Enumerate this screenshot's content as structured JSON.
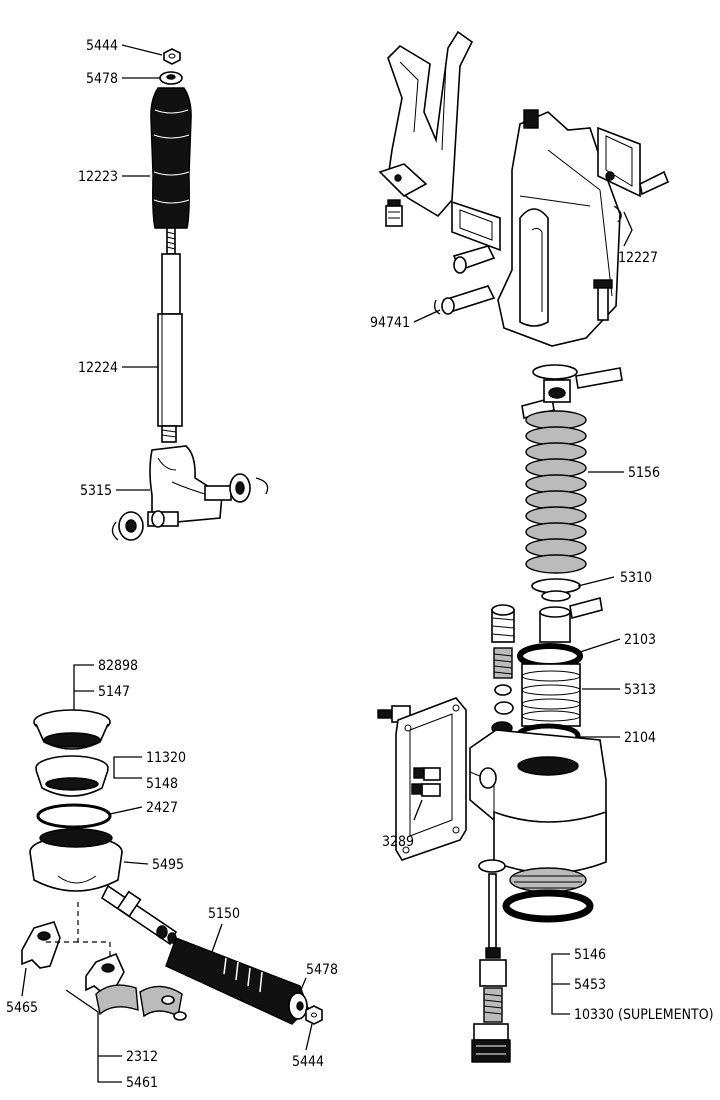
{
  "labels": {
    "l5444a": "5444",
    "l5478a": "5478",
    "l12223": "12223",
    "l12224": "12224",
    "l5315": "5315",
    "l12227": "12227",
    "l94741": "94741",
    "l5156": "5156",
    "l5310": "5310",
    "l2103": "2103",
    "l5313": "5313",
    "l2104": "2104",
    "l3289": "3289",
    "l5146": "5146",
    "l5453": "5453",
    "l10330": "10330 (SUPLEMENTO)",
    "l82898": "82898",
    "l5147": "5147",
    "l11320": "11320",
    "l5148": "5148",
    "l2427": "2427",
    "l5495": "5495",
    "l5150": "5150",
    "l5478b": "5478",
    "l5444b": "5444",
    "l5465": "5465",
    "l2312": "2312",
    "l5461": "5461"
  }
}
